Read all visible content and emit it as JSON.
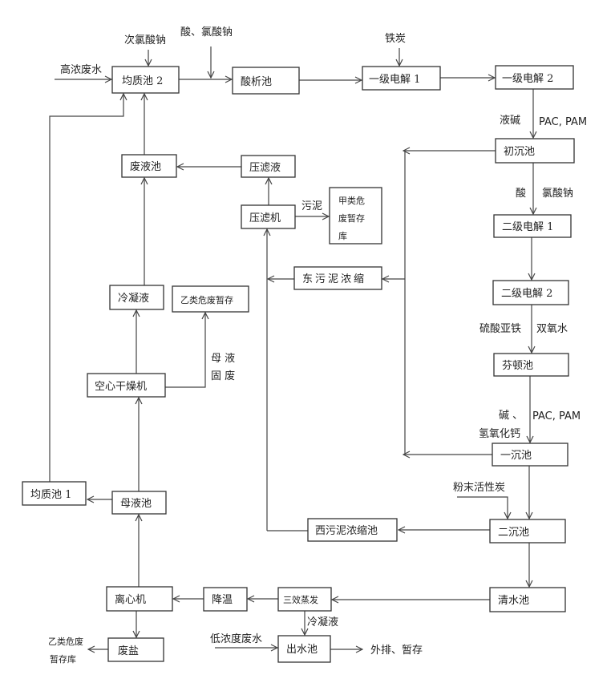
{
  "nodes": {
    "junzhi2": "均质池 2",
    "suanxi": "酸析池",
    "yiji1": "一级电解 1",
    "yiji2": "一级电解 2",
    "chuchen": "初沉池",
    "feiye": "废液池",
    "yalvye": "压滤液",
    "yalvji": "压滤机",
    "jialei_1": "甲类危",
    "jialei_2": "废暂存",
    "jialei_3": "库",
    "erji1": "二级电解 1",
    "dongwuni": "东污泥浓缩",
    "erji2": "二级电解 2",
    "lengning": "冷凝液",
    "yilei": "乙类危废暂存",
    "kongxin": "空心干燥机",
    "fenton": "芬顿池",
    "yichen": "一沉池",
    "junzhi1": "均质池 1",
    "muye": "母液池",
    "xiwuni": "西污泥浓缩池",
    "erchen": "二沉池",
    "qingshui": "清水池",
    "lixin": "离心机",
    "jiangwen": "降温",
    "sanxiao": "三效蒸发",
    "feiyan": "废盐",
    "chushui": "出水池"
  },
  "labels": {
    "gaonong": "高浓废水",
    "cilv": "次氯酸钠",
    "suan_lvsuan": "酸、氯酸钠",
    "tietan": "铁炭",
    "yejian": "液碱",
    "pacpam1": "PAC, PAM",
    "suan": "酸",
    "lvsuanna": "氯酸钠",
    "wuni": "污泥",
    "liusuan": "硫酸亚铁",
    "shuangyang": "双氧水",
    "muye_text": "母 液",
    "gufei_text": "固 废",
    "jian": "碱 、",
    "pacpam2": "PAC, PAM",
    "qingyang": "氢氧化钙",
    "fenmo": "粉末活性炭",
    "lengning2": "冷凝液",
    "dinong": "低浓度废水",
    "waipai": "外排、暂存",
    "yilei2_1": "乙类危废",
    "yilei2_2": "暂存库"
  }
}
